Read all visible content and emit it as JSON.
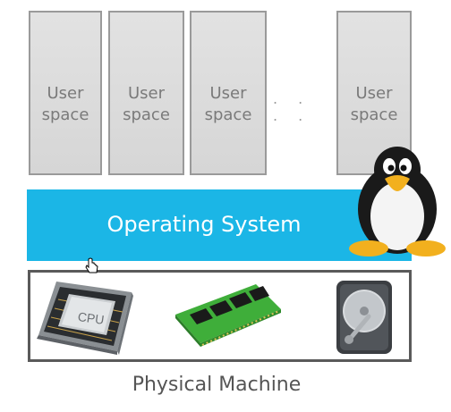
{
  "user_spaces": [
    {
      "label": "User\nspace"
    },
    {
      "label": "User\nspace"
    },
    {
      "label": "User\nspace"
    },
    {
      "label": "User\nspace"
    }
  ],
  "ellipsis": ". . . .",
  "os_layer": {
    "label": "Operating System",
    "color": "#1bb6e6"
  },
  "hardware": {
    "label": "Physical Machine",
    "components": [
      {
        "name": "CPU",
        "icon": "cpu-icon"
      },
      {
        "name": "RAM",
        "icon": "ram-icon"
      },
      {
        "name": "Hard Disk",
        "icon": "hard-disk-icon"
      }
    ],
    "cpu_chip_text": "CPU"
  },
  "logos": {
    "penguin": "tux-penguin-icon"
  }
}
